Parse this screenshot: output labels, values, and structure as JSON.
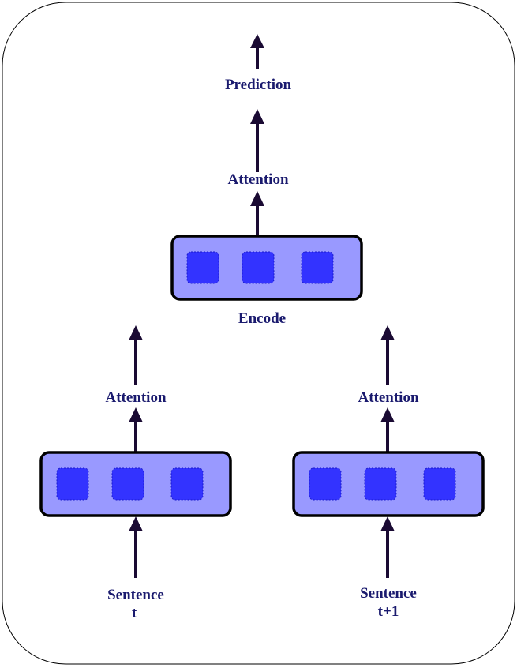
{
  "labels": {
    "prediction": "Prediction",
    "attention_top": "Attention",
    "encode": "Encode",
    "attention_left": "Attention",
    "attention_right": "Attention",
    "sentence_left_line1": "Sentence",
    "sentence_left_line2": "t",
    "sentence_right_line1": "Sentence",
    "sentence_right_line2": "t+1"
  },
  "colors": {
    "frame": "#000000",
    "box_fill": "#9999ff",
    "box_stroke": "#000000",
    "cell_fill": "#3333ff",
    "cell_stroke": "#1a1acc",
    "arrow": "#1a0a33",
    "text": "#1a1a6e"
  },
  "blocks": [
    {
      "name": "encode-block",
      "cells": 3
    },
    {
      "name": "sentence-t-block",
      "cells": 3
    },
    {
      "name": "sentence-t1-block",
      "cells": 3
    }
  ]
}
